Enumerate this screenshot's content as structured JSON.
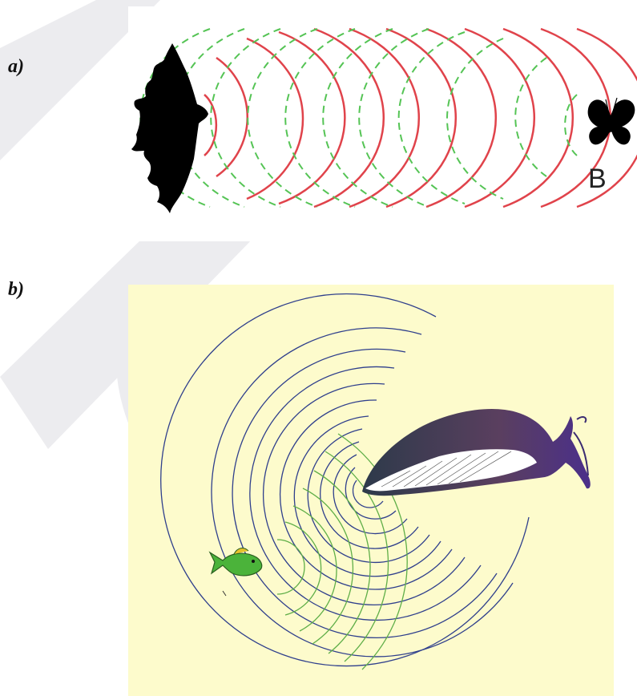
{
  "figure": {
    "panel_a": {
      "label": "a)",
      "target_letter": "B"
    },
    "panel_b": {
      "label": "b)"
    }
  },
  "colors": {
    "emitted_wave": "#e0434b",
    "echo_wave": "#55c455",
    "whale_wave": "#2f3f8c",
    "fish_echo": "#5fae48",
    "panel_b_background": "#fdfbcc",
    "watermark": "#e9e9ec"
  },
  "icons": [
    "bat-icon",
    "butterfly-icon",
    "whale-icon",
    "fish-icon"
  ]
}
